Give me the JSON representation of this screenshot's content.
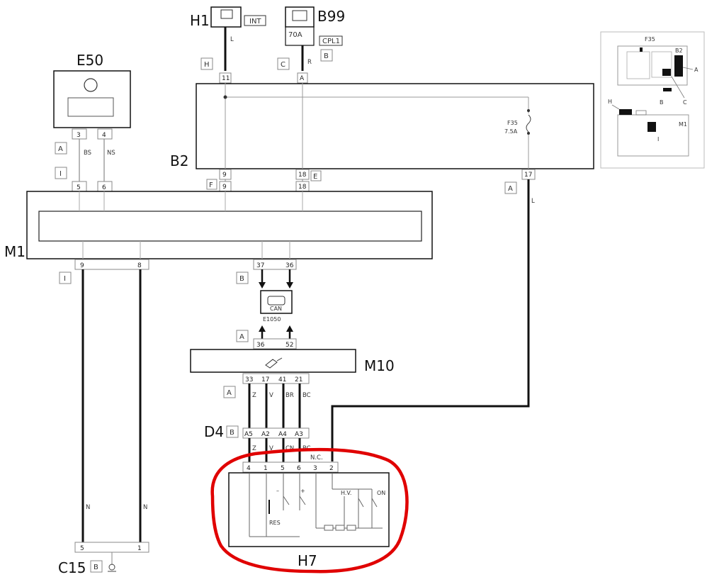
{
  "components": {
    "e50": "E50",
    "h1": "H1",
    "b99": "B99",
    "b2": "B2",
    "m1": "M1",
    "m10": "M10",
    "d4": "D4",
    "h7": "H7",
    "c15": "C15",
    "e1050": "E1050"
  },
  "tags": {
    "int": "INT",
    "cpl1": "CPL1",
    "can": "CAN",
    "b99_amps": "70A",
    "fuse_name": "F35",
    "fuse_rating": "7.5A",
    "res": "RES",
    "hv": "H.V.",
    "on": "ON",
    "nc": "N.C.",
    "minus": "–",
    "plus": "+"
  },
  "connector_letters": {
    "h": "H",
    "c": "C",
    "b": "B",
    "a": "A",
    "i": "I",
    "f": "F",
    "e": "E"
  },
  "pins": {
    "e50_a": "3",
    "e50_b": "4",
    "m1_in_a": "5",
    "m1_in_b": "6",
    "m1_in_c": "9",
    "m1_in_d": "18",
    "b2_top_a": "11",
    "b2_top_b": "A",
    "b2_bot_a": "9",
    "b2_bot_b": "18",
    "b2_bot_c": "17",
    "m1_out_a": "9",
    "m1_out_b": "8",
    "m1_out_c": "37",
    "m1_out_d": "36",
    "m10_in_a": "36",
    "m10_in_b": "52",
    "m10_out_a": "33",
    "m10_out_b": "17",
    "m10_out_c": "41",
    "m10_out_d": "21",
    "d4_a": "A5",
    "d4_b": "A2",
    "d4_c": "A4",
    "d4_d": "A3",
    "h7_a": "4",
    "h7_b": "1",
    "h7_c": "5",
    "h7_d": "6",
    "h7_e": "3",
    "h7_f": "2",
    "c15_a": "5",
    "c15_b": "1"
  },
  "wire_colors": {
    "h1": "L",
    "b99": "R",
    "bs": "BS",
    "ns": "NS",
    "b2_out": "L",
    "z": "Z",
    "v": "V",
    "br": "BR",
    "bc": "BC",
    "cn": "CN",
    "n": "N"
  },
  "inset": {
    "f35": "F35",
    "b2": "B2",
    "a": "A",
    "b": "B",
    "c": "C",
    "h": "H",
    "m1": "M1",
    "i": "I"
  }
}
